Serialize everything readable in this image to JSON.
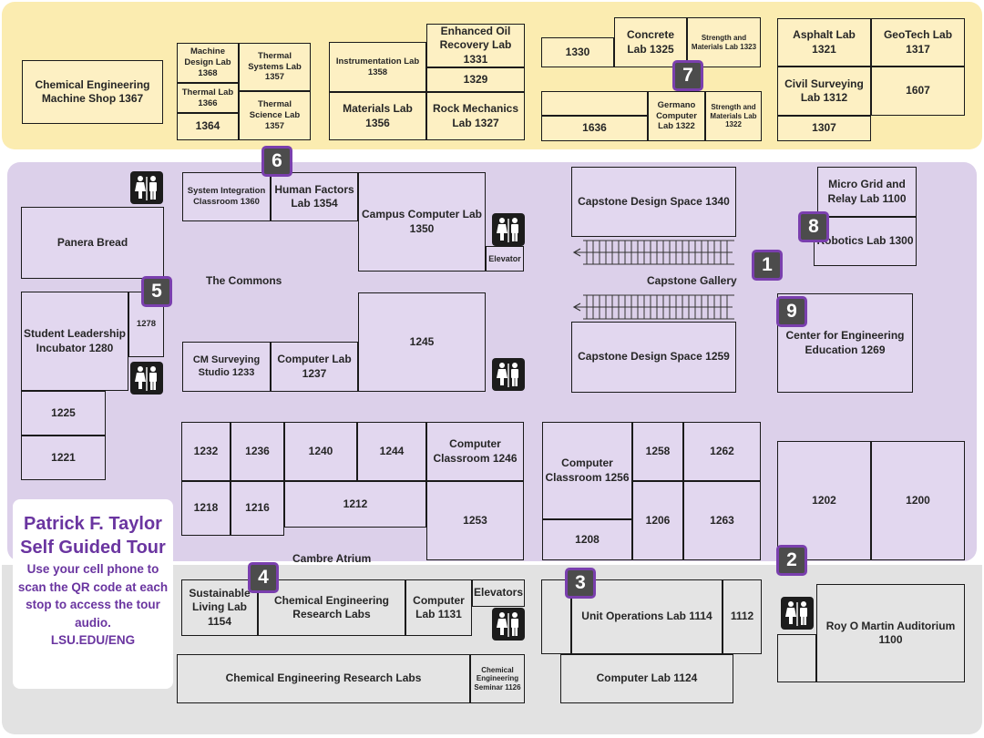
{
  "rooms": {
    "chem_machine_shop": "Chemical Engineering Machine Shop 1367",
    "machine_design_lab": "Machine Design Lab 1368",
    "thermal_systems_lab": "Thermal Systems Lab 1357",
    "thermal_lab_1366": "Thermal Lab 1366",
    "r1364": "1364",
    "thermal_science_lab": "Thermal Science Lab 1357",
    "instrumentation_lab": "Instrumentation Lab 1358",
    "enhanced_oil_lab": "Enhanced Oil Recovery Lab 1331",
    "r1329": "1329",
    "materials_lab": "Materials Lab 1356",
    "rock_mechanics_lab": "Rock Mechanics Lab 1327",
    "r1330": "1330",
    "concrete_lab": "Concrete Lab 1325",
    "strength_materials_1323": "Strength and Materials Lab 1323",
    "r1636": "1636",
    "germano_lab": "Germano Computer Lab 1322",
    "strength_materials_1322": "Strength and Materials Lab 1322",
    "asphalt_lab": "Asphalt Lab 1321",
    "geotech_lab": "GeoTech Lab 1317",
    "civil_surveying_lab": "Civil Surveying Lab 1312",
    "r1607": "1607",
    "r1307": "1307",
    "panera_bread": "Panera Bread",
    "system_integration": "System Integration Classroom 1360",
    "human_factors_lab": "Human Factors Lab 1354",
    "campus_computer_lab": "Campus Computer Lab 1350",
    "elevator": "Elevator",
    "capstone_1340": "Capstone Design Space 1340",
    "micro_grid_lab": "Micro Grid and Relay Lab 1100",
    "robotics_lab": "Robotics Lab 1300",
    "student_leadership": "Student Leadership Incubator 1280",
    "r1278": "1278",
    "cm_surveying": "CM Surveying Studio 1233",
    "computer_lab_1237": "Computer Lab 1237",
    "r1245": "1245",
    "capstone_1259": "Capstone Design Space 1259",
    "center_engineering": "Center for Engineering Education 1269",
    "r1225": "1225",
    "r1221": "1221",
    "r1232": "1232",
    "r1236": "1236",
    "r1240": "1240",
    "r1244": "1244",
    "computer_classroom_1246": "Computer Classroom 1246",
    "r1218": "1218",
    "r1216": "1216",
    "r1212": "1212",
    "r1253": "1253",
    "computer_classroom_1256": "Computer Classroom 1256",
    "r1258": "1258",
    "r1262": "1262",
    "r1208": "1208",
    "r1206": "1206",
    "r1263": "1263",
    "r1202": "1202",
    "r1200": "1200",
    "sustainable_living_lab": "Sustainable Living Lab 1154",
    "chem_research_labs_a": "Chemical Engineering Research Labs",
    "computer_lab_1131": "Computer Lab 1131",
    "elevators": "Elevators",
    "unit_operations_lab": "Unit Operations Lab 1114",
    "r1112": "1112",
    "roy_martin_auditorium": "Roy O Martin Auditorium 1100",
    "chem_research_labs_b": "Chemical Engineering Research Labs",
    "chem_seminar": "Chemical Engineering Seminar 1126",
    "computer_lab_1124": "Computer Lab 1124"
  },
  "areas": {
    "the_commons": "The Commons",
    "capstone_gallery": "Capstone Gallery",
    "cambre_atrium": "Cambre Atrium"
  },
  "stops": [
    "1",
    "2",
    "3",
    "4",
    "5",
    "6",
    "7",
    "8",
    "9"
  ],
  "tour": {
    "title": "Patrick F. Taylor Self Guided Tour",
    "instructions": "Use your cell phone to scan the QR code at each stop to access the tour audio.",
    "url": "LSU.EDU/ENG"
  },
  "icons": [
    "restroom-icon",
    "stairs-icon"
  ],
  "colors": {
    "upper_zone": "#fbecb0",
    "main_zone": "#dcd0ea",
    "lower_zone": "#e2e2e2",
    "stop_marker_fill": "#4c4c4c",
    "stop_marker_border": "#7a3fae",
    "tour_text": "#6a35a0"
  }
}
